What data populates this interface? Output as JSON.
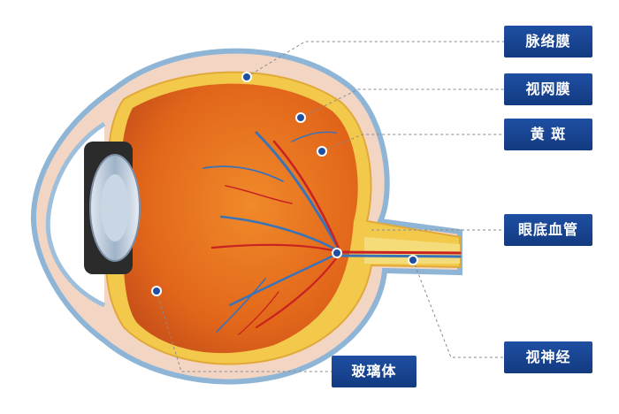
{
  "labels": {
    "choroid": "脉络膜",
    "retina": "视网膜",
    "macula": "黄 斑",
    "fundus_vessels": "眼底血管",
    "optic_nerve": "视神经",
    "vitreous": "玻璃体"
  },
  "colors": {
    "label_bg": "#1a4796",
    "label_text": "#ffffff",
    "sclera_outline": "#8fb5d6",
    "sclera_fill": "#f0ccb8",
    "retina_yellow": "#f3c94b",
    "vitreous_orange": "#e8701a",
    "artery_red": "#c82222",
    "vein_blue": "#3a73b8",
    "leader_line": "#8a8a8a"
  }
}
